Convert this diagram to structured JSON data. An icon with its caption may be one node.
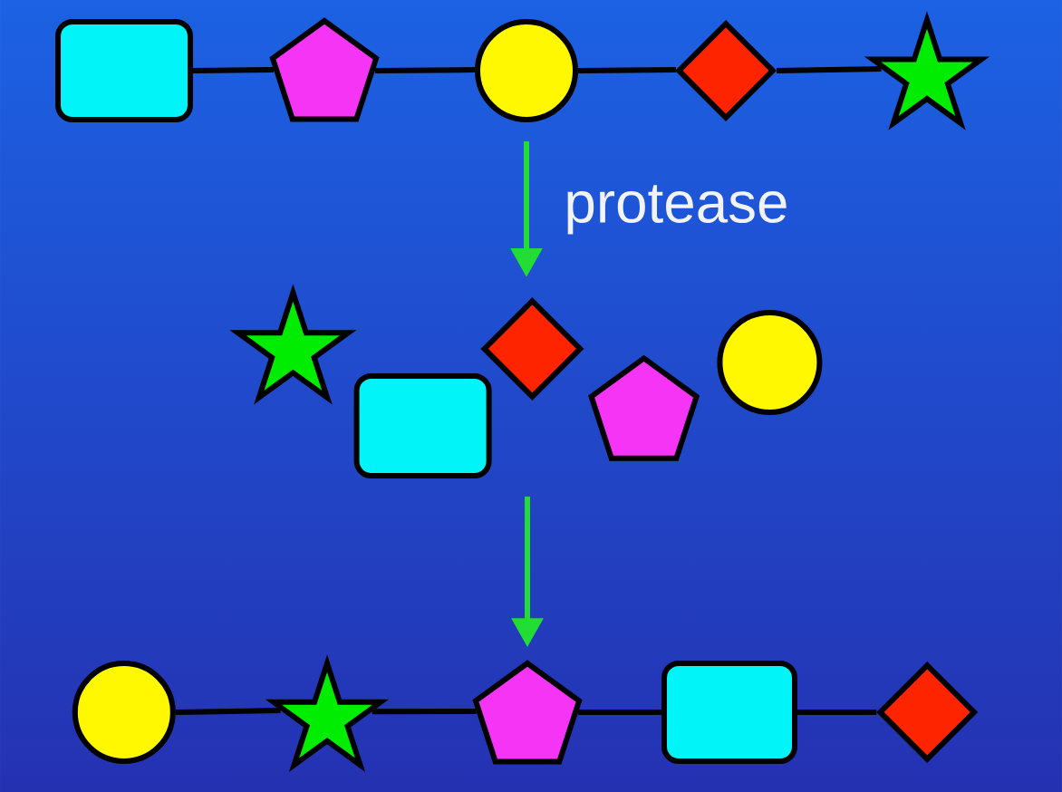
{
  "diagram": {
    "nodes": [
      {
        "text": [],
        "shape": "box"
      },
      {
        "text": [],
        "shape": "pentagon"
      },
      {
        "text": [],
        "shape": "circle"
      },
      {
        "text": [],
        "shape": "diamond"
      },
      {
        "text": [],
        "shape": "star"
      },
      {
        "text": [],
        "shape": "star"
      },
      {
        "text": [],
        "shape": "diamond"
      },
      {
        "text": [],
        "shape": "circle"
      },
      {
        "text": [],
        "shape": "pentagon"
      },
      {
        "text": [],
        "shape": "box"
      },
      {
        "text": [],
        "shape": "circle"
      },
      {
        "text": [],
        "shape": "star"
      },
      {
        "text": [],
        "shape": "pentagon"
      },
      {
        "text": [],
        "shape": "box"
      },
      {
        "text": [],
        "shape": "diamond"
      }
    ],
    "edges": [
      {
        "from": 0,
        "to": 1,
        "arrow": "none"
      },
      {
        "from": 1,
        "to": 2,
        "arrow": "none"
      },
      {
        "from": 2,
        "to": 3,
        "arrow": "none"
      },
      {
        "from": 3,
        "to": 4,
        "arrow": "none"
      },
      {
        "from": 2,
        "to": 6,
        "arrow": "to",
        "label": "protease",
        "color": "#22dd33"
      },
      {
        "from": 10,
        "to": 11,
        "arrow": "none"
      },
      {
        "from": 11,
        "to": 12,
        "arrow": "none"
      },
      {
        "from": 12,
        "to": 13,
        "arrow": "none"
      },
      {
        "from": 13,
        "to": 14,
        "arrow": "none"
      },
      {
        "from": null,
        "to": 12,
        "arrow": "to",
        "color": "#22dd33"
      }
    ]
  }
}
